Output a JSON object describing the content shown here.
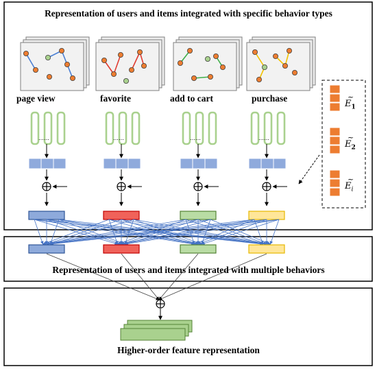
{
  "titles": {
    "top": "Representation of users and items integrated with specific behavior types",
    "middle": "Representation of users and items integrated with multiple behaviors",
    "bottom": "Higher-order feature representation"
  },
  "behaviors": [
    {
      "label": "page view",
      "edge_color": "#4a7fd4",
      "output_fill": "#8eaadb",
      "output_stroke": "#2f5597"
    },
    {
      "label": "favorite",
      "edge_color": "#e03c31",
      "output_fill": "#f0625a",
      "output_stroke": "#c00000"
    },
    {
      "label": "add to cart",
      "edge_color": "#3fae49",
      "output_fill": "#b9dca4",
      "output_stroke": "#548235"
    },
    {
      "label": "purchase",
      "edge_color": "#f2c200",
      "output_fill": "#ffe699",
      "output_stroke": "#e6b800"
    }
  ],
  "embeddings": [
    {
      "letter": "E",
      "subscript": "1"
    },
    {
      "letter": "E",
      "subscript": "2"
    },
    {
      "letter": "E",
      "subscript": "i"
    }
  ],
  "symbols": {
    "aggregate": "⊕",
    "tilde": "~",
    "dots": "……"
  },
  "colors": {
    "lstm_stroke": "#a9d18e",
    "embed_fill": "#8faadc",
    "embed_stroke": "#ffffff",
    "orange_block": "#ed7d31",
    "stack_fill": "#a9d18e",
    "stack_stroke": "#548235",
    "node_fill": "#ed7d31",
    "node_fill_alt": "#a9d18e",
    "cross_line": "#4472c4"
  }
}
